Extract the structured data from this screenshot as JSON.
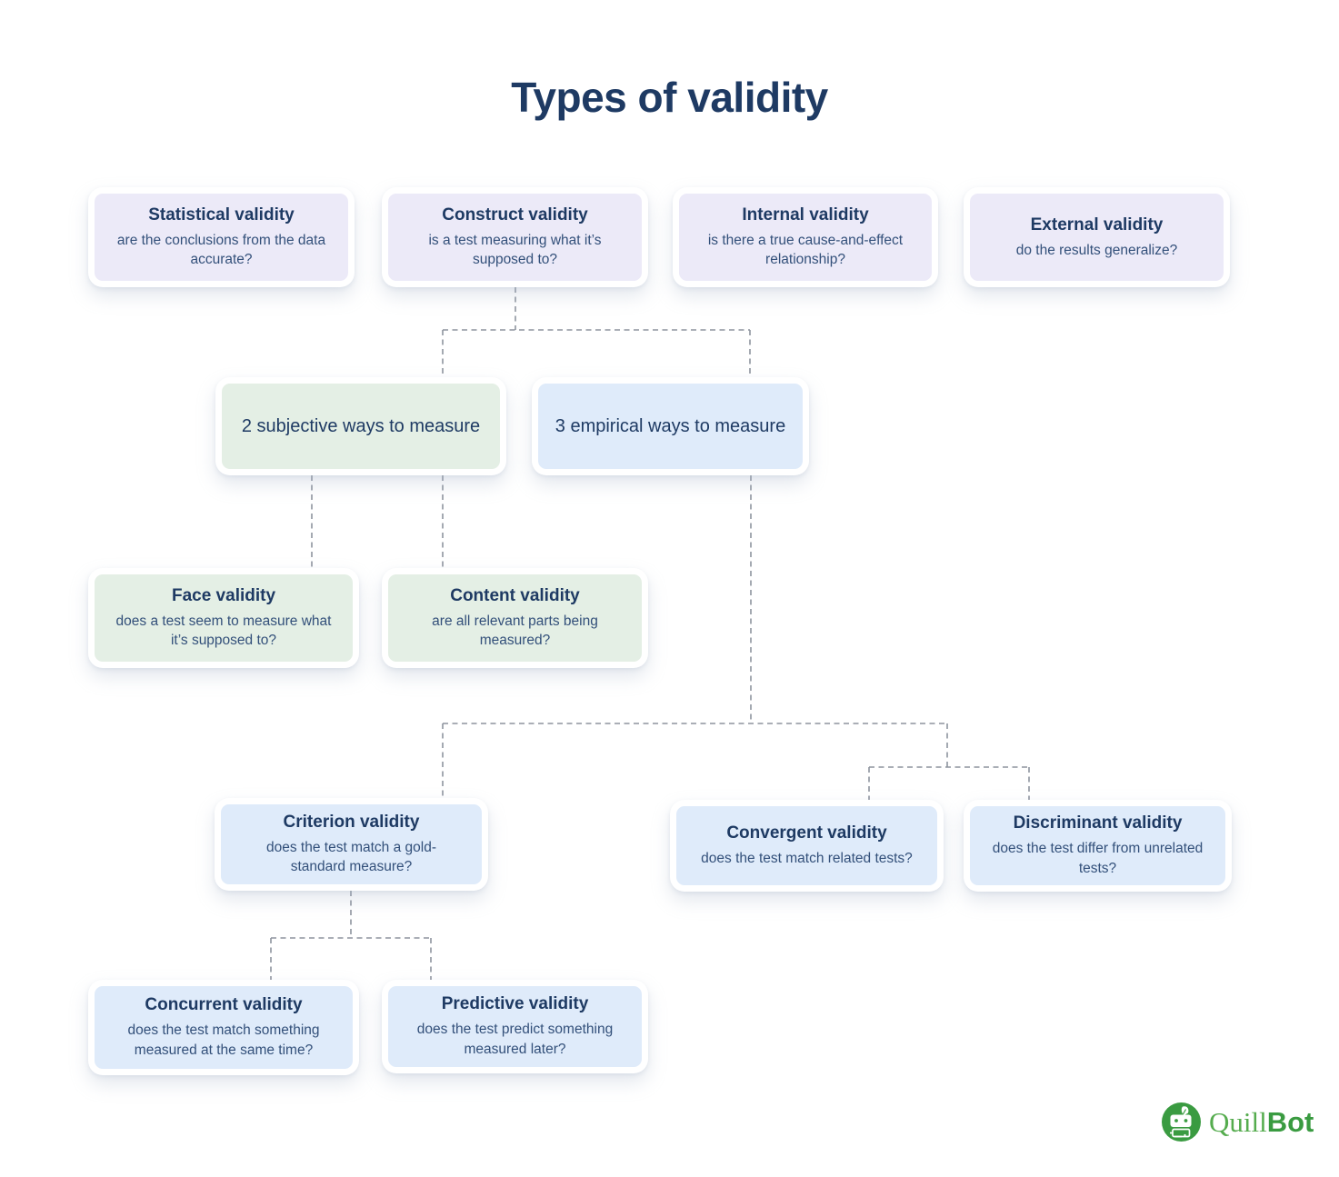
{
  "title": "Types of validity",
  "nodes": {
    "statistical": {
      "title": "Statistical validity",
      "desc": "are the conclusions from the data accurate?"
    },
    "construct": {
      "title": "Construct validity",
      "desc": "is a test measuring what it’s supposed to?"
    },
    "internal": {
      "title": "Internal validity",
      "desc": "is there a true cause-and-effect relationship?"
    },
    "external": {
      "title": "External validity",
      "desc": "do the results generalize?"
    },
    "subjective": {
      "title": "2 subjective ways to measure"
    },
    "empirical": {
      "title": "3 empirical ways to measure"
    },
    "face": {
      "title": "Face validity",
      "desc": "does a test seem to measure what it’s supposed to?"
    },
    "content": {
      "title": "Content validity",
      "desc": "are all relevant parts being measured?"
    },
    "criterion": {
      "title": "Criterion validity",
      "desc": "does the test match a gold-standard measure?"
    },
    "convergent": {
      "title": "Convergent validity",
      "desc": "does the test match related tests?"
    },
    "discriminant": {
      "title": "Discriminant validity",
      "desc": "does the test differ from unrelated tests?"
    },
    "concurrent": {
      "title": "Concurrent validity",
      "desc": "does the test match something measured at the same time?"
    },
    "predictive": {
      "title": "Predictive validity",
      "desc": "does the test predict something measured later?"
    }
  },
  "logo": {
    "brand_quill": "Quill",
    "brand_bot": "Bot"
  },
  "colors": {
    "lavender_fill": "#eceaf8",
    "green_fill": "#e4efe5",
    "blue_fill": "#dfebfa",
    "title_text": "#1e3a63",
    "body_text": "#33507a",
    "connector": "#8e949e",
    "logo_green": "#3a9b41"
  }
}
